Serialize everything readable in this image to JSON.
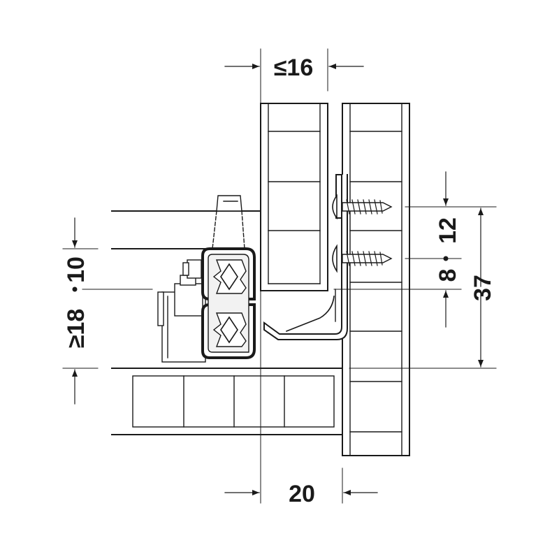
{
  "diagram": {
    "dimensions": {
      "top_width": "≤16",
      "bottom_width": "20",
      "left_upper": "10",
      "left_lower": "≥18",
      "right_small": "8",
      "right_mid": "12",
      "right_total": "37"
    },
    "colors": {
      "line": "#1a1a1a",
      "fill_light": "#f2f2f2",
      "fill_white": "#ffffff"
    }
  }
}
